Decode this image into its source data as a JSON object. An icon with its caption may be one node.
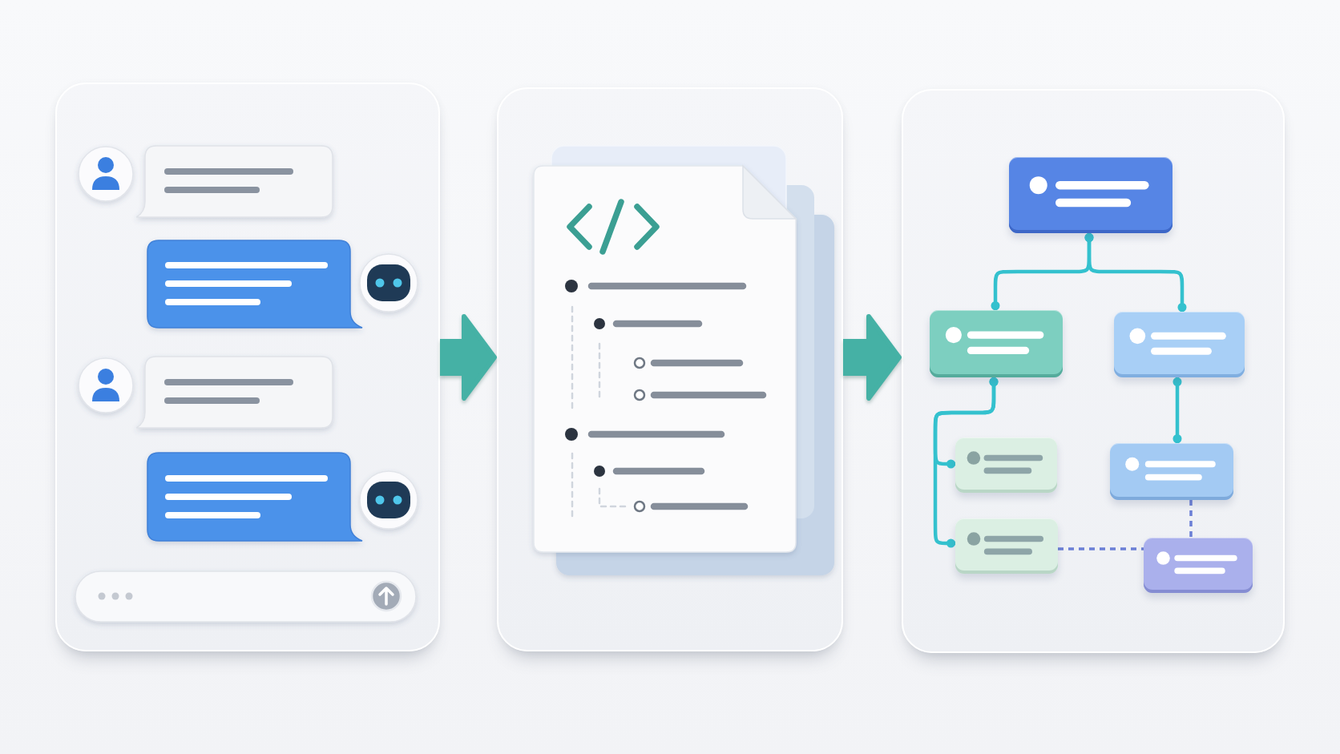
{
  "diagram": {
    "nodes": [
      {
        "text": [],
        "shape": "box"
      },
      {
        "text": [],
        "shape": "box"
      },
      {
        "text": [],
        "shape": "box"
      },
      {
        "text": [],
        "shape": "box",
        "in": 2
      },
      {
        "text": [],
        "shape": "box",
        "in": 2
      },
      {
        "text": [],
        "shape": "box",
        "in": 2
      },
      {
        "text": [],
        "shape": "box",
        "in": 2
      },
      {
        "text": [],
        "shape": "box",
        "in": 2
      },
      {
        "text": [],
        "shape": "box",
        "in": 2
      },
      {
        "text": [],
        "shape": "box",
        "in": 2
      }
    ],
    "edges": [
      {
        "from": 0,
        "to": 1,
        "arrow": "to",
        "style": "thick",
        "color": "#45b1a5"
      },
      {
        "from": 1,
        "to": 2,
        "arrow": "to",
        "style": "thick",
        "color": "#45b1a5"
      },
      {
        "from": 3,
        "to": 4,
        "arrow": "other"
      },
      {
        "from": 3,
        "to": 5,
        "arrow": "other"
      },
      {
        "from": 4,
        "to": 6,
        "arrow": "other"
      },
      {
        "from": 4,
        "to": 8,
        "arrow": "other"
      },
      {
        "from": 5,
        "to": 7,
        "arrow": "other"
      },
      {
        "from": 7,
        "to": 9,
        "arrow": "none",
        "style": "dashed",
        "color": "#6b7fd6"
      },
      {
        "from": 8,
        "to": 9,
        "arrow": "none",
        "style": "dashed",
        "color": "#6b7fd6"
      }
    ]
  }
}
